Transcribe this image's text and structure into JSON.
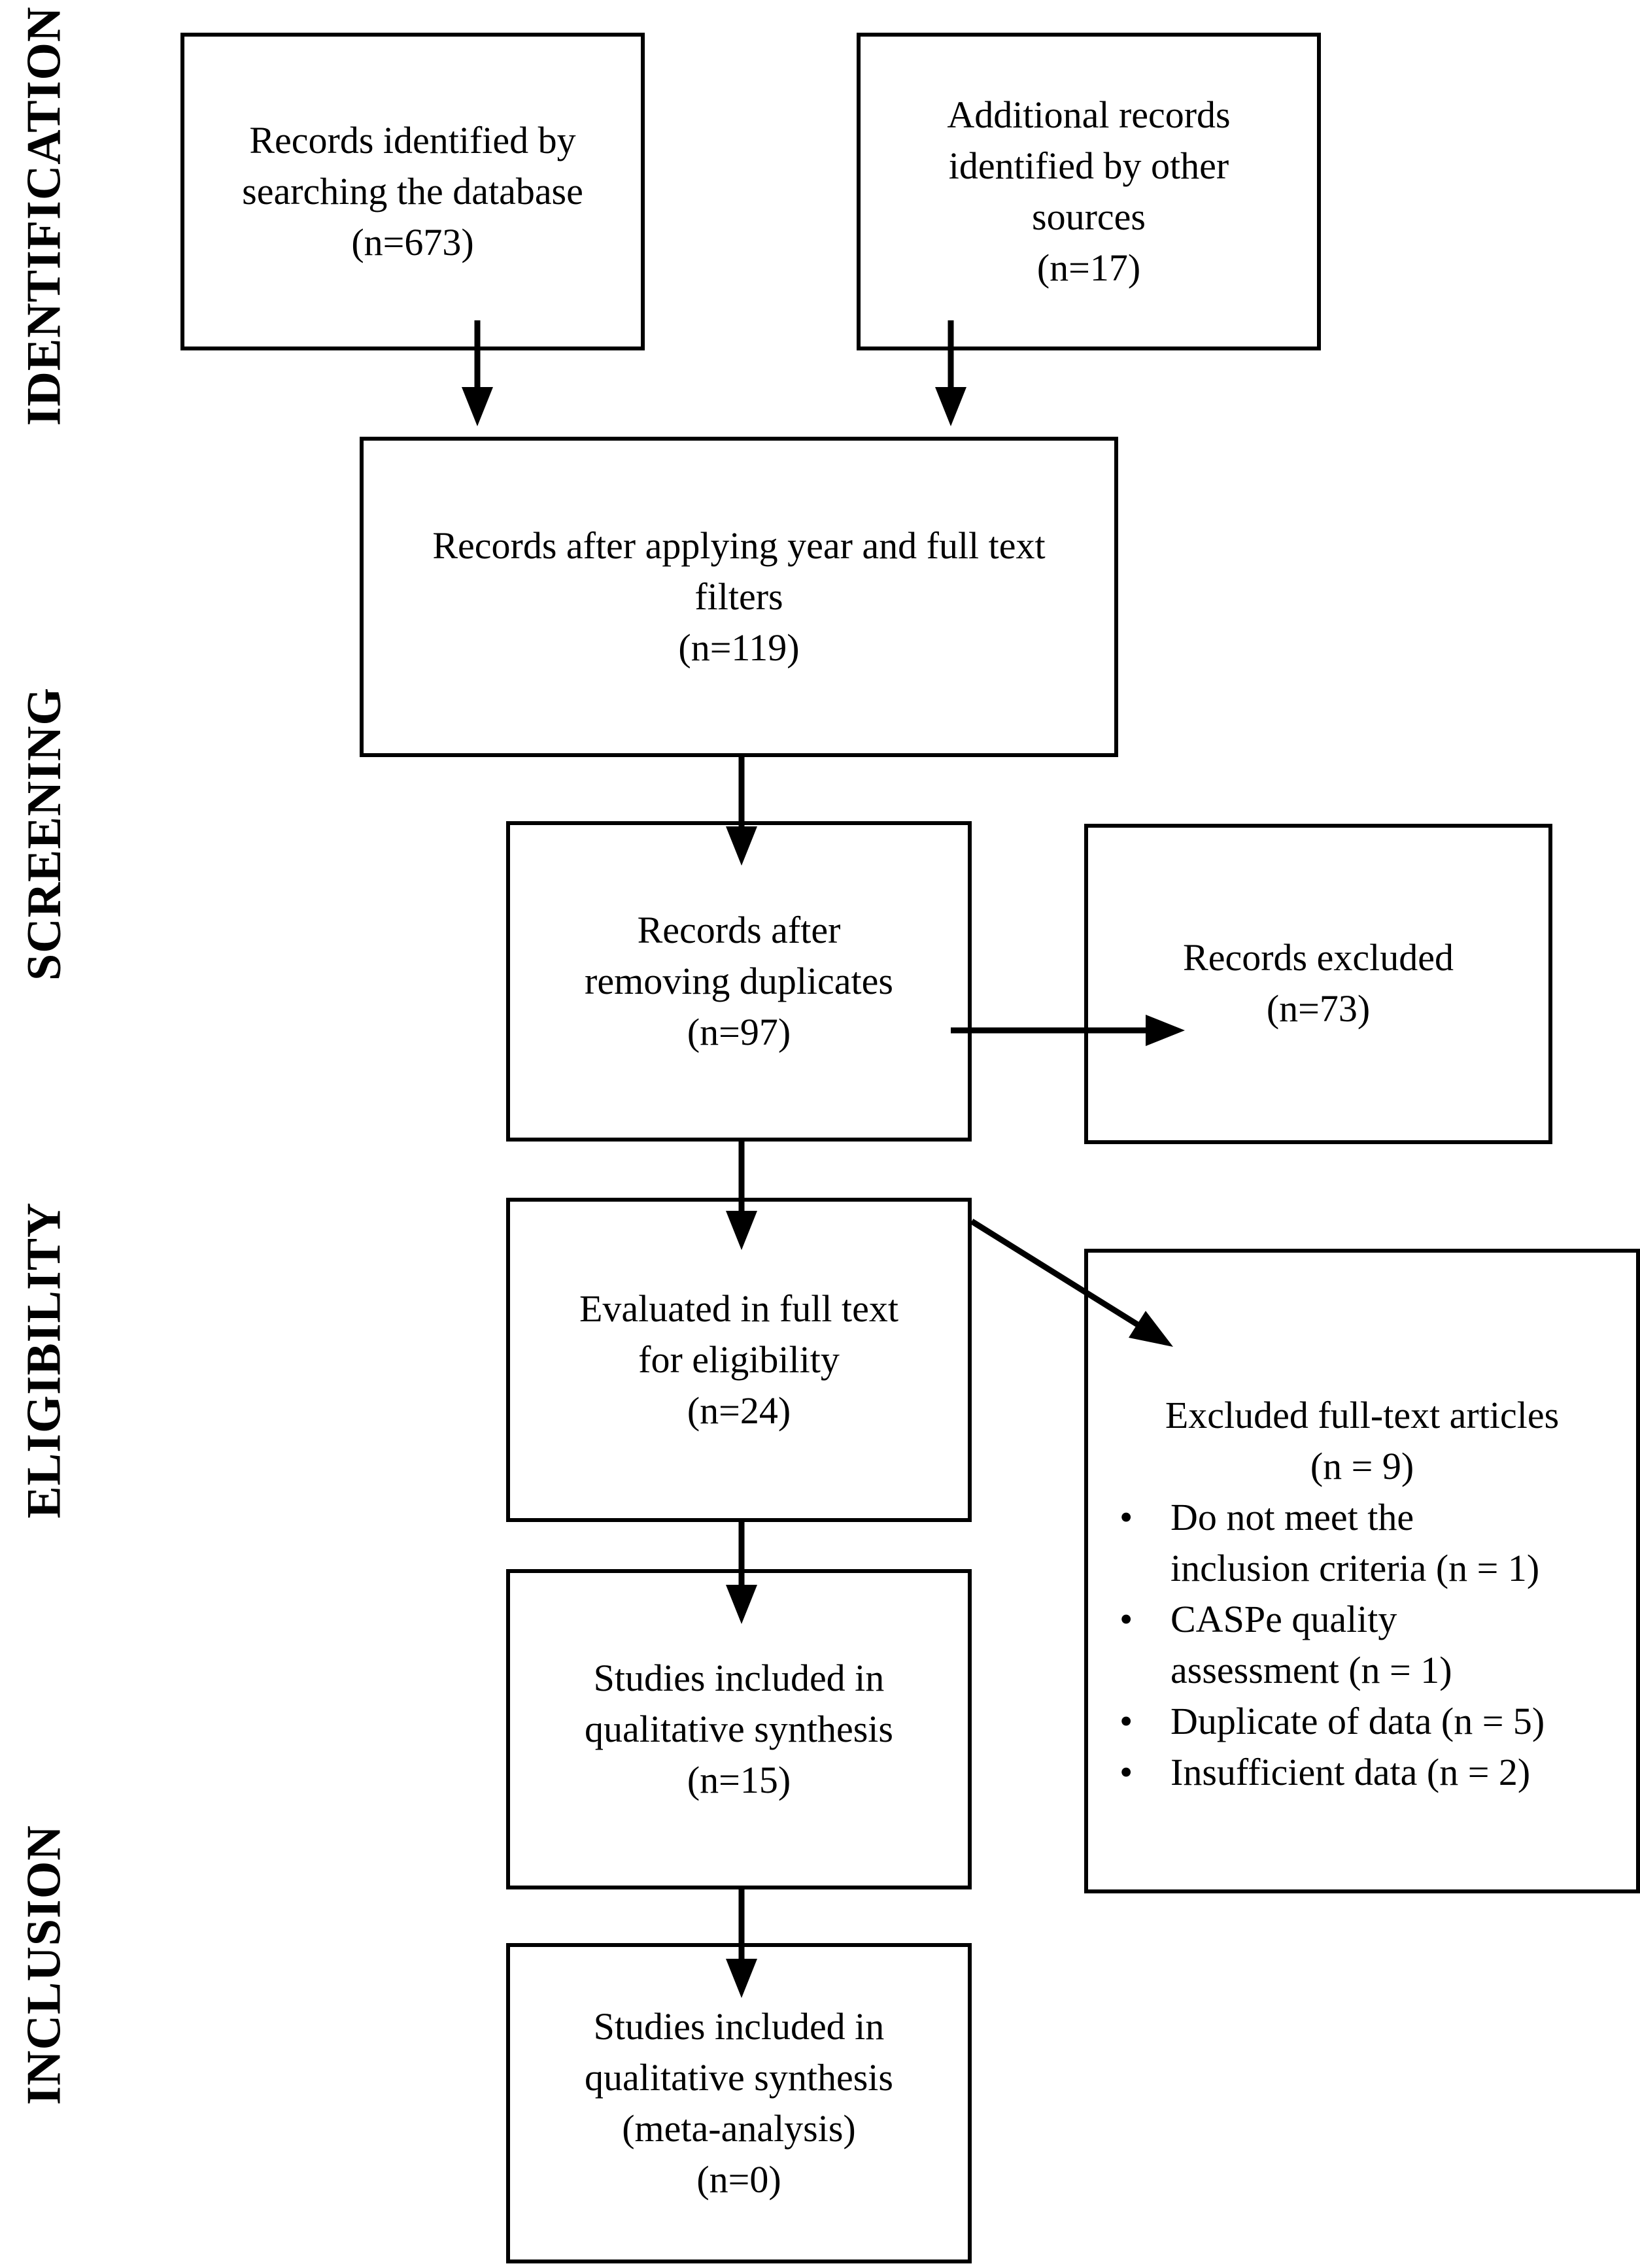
{
  "stages": {
    "identification": "IDENTIFICATION",
    "screening": "SCREENING",
    "eligibility": "ELIGIBILITY",
    "inclusion": "INCLUSION"
  },
  "boxes": {
    "records_db": {
      "lines": [
        "Records identified by",
        "searching the database",
        "(n=673)"
      ]
    },
    "records_other": {
      "lines": [
        "Additional records",
        "identified by other",
        "sources",
        "(n=17)"
      ]
    },
    "records_filtered": {
      "lines": [
        "Records after applying year and full text",
        "filters",
        "(n=119)"
      ]
    },
    "records_dedup": {
      "lines": [
        "Records after",
        "removing duplicates",
        "(n=97)"
      ]
    },
    "records_excluded": {
      "lines": [
        "Records excluded",
        "(n=73)"
      ]
    },
    "full_text": {
      "lines": [
        "Evaluated in full text",
        "for eligibility",
        "(n=24)"
      ]
    },
    "excluded_full_text": {
      "heading": [
        "Excluded full-text articles",
        "(n = 9)"
      ],
      "bullet": "•",
      "reasons": [
        [
          "Do not meet the",
          "inclusion criteria (n = 1)"
        ],
        [
          "CASPe quality",
          "assessment (n = 1)"
        ],
        [
          "Duplicate of data (n = 5)"
        ],
        [
          "Insufficient data (n = 2)"
        ]
      ]
    },
    "qualitative": {
      "lines": [
        "Studies included in",
        "qualitative synthesis",
        "(n=15)"
      ]
    },
    "meta": {
      "lines": [
        "Studies included in",
        "qualitative synthesis",
        "(meta-analysis)",
        "(n=0)"
      ]
    }
  }
}
